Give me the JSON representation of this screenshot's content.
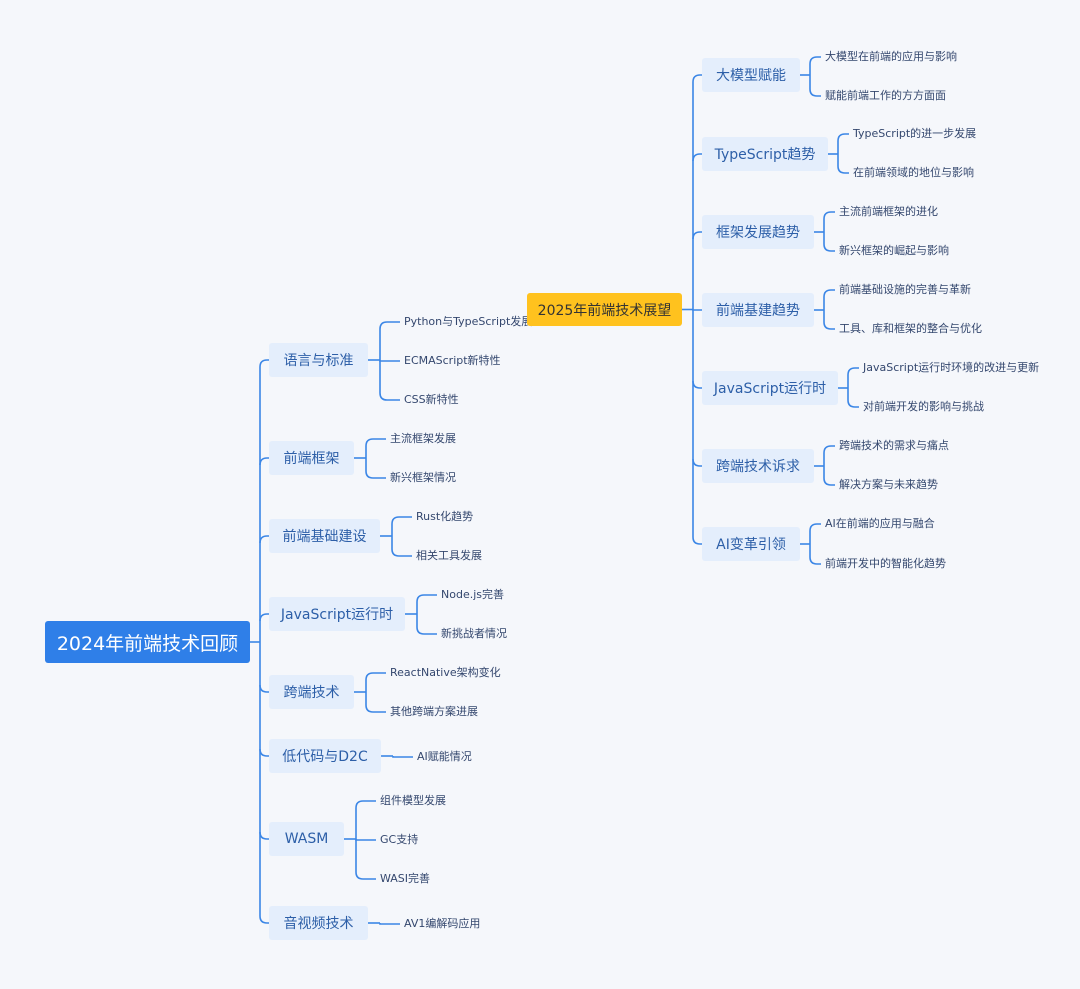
{
  "left_tree": {
    "root": "2024年前端技术回顾",
    "branches": [
      {
        "label": "语言与标准",
        "children": [
          "Python与TypeScript发展",
          "ECMAScript新特性",
          "CSS新特性"
        ]
      },
      {
        "label": "前端框架",
        "children": [
          "主流框架发展",
          "新兴框架情况"
        ]
      },
      {
        "label": "前端基础建设",
        "children": [
          "Rust化趋势",
          "相关工具发展"
        ]
      },
      {
        "label": "JavaScript运行时",
        "children": [
          "Node.js完善",
          "新挑战者情况"
        ]
      },
      {
        "label": "跨端技术",
        "children": [
          "ReactNative架构变化",
          "其他跨端方案进展"
        ]
      },
      {
        "label": "低代码与D2C",
        "children": [
          "AI赋能情况"
        ]
      },
      {
        "label": "WASM",
        "children": [
          "组件模型发展",
          "GC支持",
          "WASI完善"
        ]
      },
      {
        "label": "音视频技术",
        "children": [
          "AV1编解码应用"
        ]
      }
    ]
  },
  "right_tree": {
    "root": "2025年前端技术展望",
    "branches": [
      {
        "label": "大模型赋能",
        "children": [
          "大模型在前端的应用与影响",
          "赋能前端工作的方方面面"
        ]
      },
      {
        "label": "TypeScript趋势",
        "children": [
          "TypeScript的进一步发展",
          "在前端领域的地位与影响"
        ]
      },
      {
        "label": "框架发展趋势",
        "children": [
          "主流前端框架的进化",
          "新兴框架的崛起与影响"
        ]
      },
      {
        "label": "前端基建趋势",
        "children": [
          "前端基础设施的完善与革新",
          "工具、库和框架的整合与优化"
        ]
      },
      {
        "label": "JavaScript运行时",
        "children": [
          "JavaScript运行时环境的改进与更新",
          "对前端开发的影响与挑战"
        ]
      },
      {
        "label": "跨端技术诉求",
        "children": [
          "跨端技术的需求与痛点",
          "解决方案与未来趋势"
        ]
      },
      {
        "label": "AI变革引领",
        "children": [
          "AI在前端的应用与融合",
          "前端开发中的智能化趋势"
        ]
      }
    ]
  }
}
